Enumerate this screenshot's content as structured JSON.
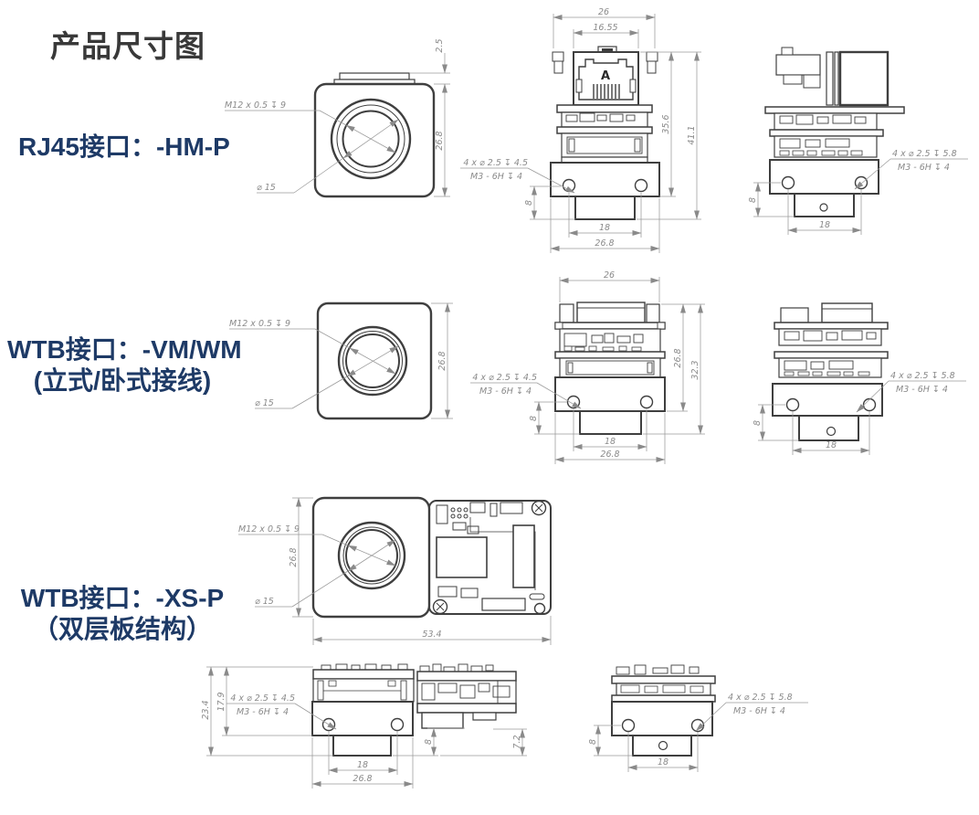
{
  "page": {
    "title": "产品尺寸图"
  },
  "colors": {
    "label_accent": "#1e3a66",
    "title": "#393939",
    "outline": "#3f3f3f",
    "dimension": "#8a8a8a"
  },
  "sections": {
    "rj45": {
      "label": "RJ45接口：-HM-P",
      "front": {
        "thread_note": "M12 x 0.5 ↧ 9",
        "lens_diameter": "⌀ 15",
        "body_height": "26.8",
        "tab_height": "2.5"
      },
      "rear": {
        "top_width": "26",
        "connector_width": "16.55",
        "connector_letter": "A",
        "body_height": "35.6",
        "total_height": "41.1",
        "hole_offset": "8",
        "hole_spacing": "18",
        "base_width": "26.8",
        "hole_note_line1": "4 x ⌀ 2.5 ↧ 4.5",
        "hole_note_line2": "M3 - 6H ↧ 4"
      },
      "side": {
        "hole_note_line1": "4 x ⌀ 2.5 ↧ 5.8",
        "hole_note_line2": "M3 - 6H ↧ 4",
        "hole_offset": "8",
        "hole_spacing": "18"
      }
    },
    "wtb_vw": {
      "label_line1": "WTB接口：-VM/WM",
      "label_line2": "(立式/卧式接线)",
      "front": {
        "thread_note": "M12 x 0.5 ↧ 9",
        "lens_diameter": "⌀ 15",
        "body_height": "26.8"
      },
      "rear": {
        "top_width": "26",
        "body_height": "26.8",
        "total_height": "32.3",
        "hole_offset": "8",
        "hole_spacing": "18",
        "base_width": "26.8",
        "hole_note_line1": "4 x ⌀ 2.5 ↧ 4.5",
        "hole_note_line2": "M3 - 6H ↧ 4"
      },
      "side": {
        "hole_note_line1": "4 x ⌀ 2.5 ↧ 5.8",
        "hole_note_line2": "M3 - 6H ↧ 4",
        "hole_offset": "8",
        "hole_spacing": "18"
      }
    },
    "wtb_xs": {
      "label_line1": "WTB接口：-XS-P",
      "label_line2": "（双层板结构）",
      "front": {
        "thread_note": "M12 x 0.5 ↧ 9",
        "lens_diameter": "⌀ 15",
        "body_height": "26.8",
        "total_width": "53.4"
      },
      "side": {
        "total_height": "23.4",
        "body_height": "17.9",
        "hole_offset": "8",
        "tail_height": "7.2",
        "hole_spacing": "18",
        "base_width": "26.8",
        "hole_note_line1": "4 x ⌀ 2.5 ↧ 4.5",
        "hole_note_line2": "M3 - 6H ↧ 4"
      },
      "rear": {
        "hole_note_line1": "4 x ⌀ 2.5 ↧ 5.8",
        "hole_note_line2": "M3 - 6H ↧ 4",
        "hole_offset": "8",
        "hole_spacing": "18"
      }
    }
  }
}
